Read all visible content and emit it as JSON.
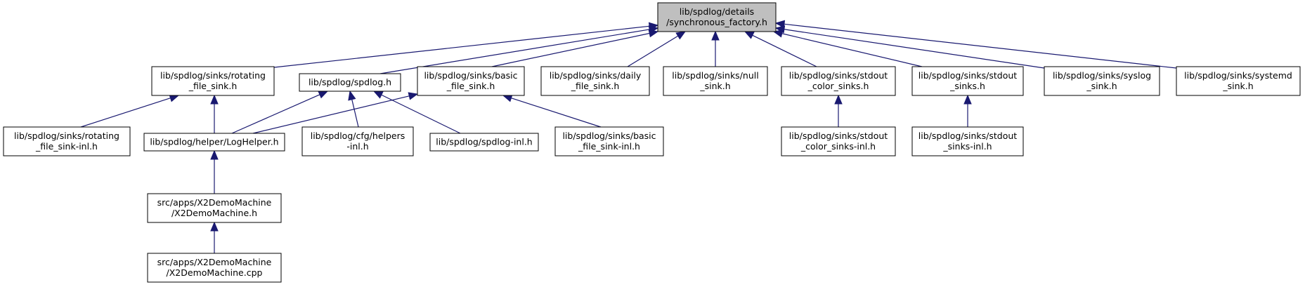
{
  "nodes": [
    {
      "id": "sync_factory",
      "lines": [
        "lib/spdlog/details",
        "/synchronous_factory.h"
      ],
      "highlight": true
    },
    {
      "id": "rotating_file_sink",
      "lines": [
        "lib/spdlog/sinks/rotating",
        "_file_sink.h"
      ]
    },
    {
      "id": "spdlog_h",
      "lines": [
        "lib/spdlog/spdlog.h"
      ]
    },
    {
      "id": "basic_file_sink",
      "lines": [
        "lib/spdlog/sinks/basic",
        "_file_sink.h"
      ]
    },
    {
      "id": "daily_file_sink",
      "lines": [
        "lib/spdlog/sinks/daily",
        "_file_sink.h"
      ]
    },
    {
      "id": "null_sink",
      "lines": [
        "lib/spdlog/sinks/null",
        "_sink.h"
      ]
    },
    {
      "id": "stdout_color_sinks",
      "lines": [
        "lib/spdlog/sinks/stdout",
        "_color_sinks.h"
      ]
    },
    {
      "id": "stdout_sinks",
      "lines": [
        "lib/spdlog/sinks/stdout",
        "_sinks.h"
      ]
    },
    {
      "id": "syslog_sink",
      "lines": [
        "lib/spdlog/sinks/syslog",
        "_sink.h"
      ]
    },
    {
      "id": "systemd_sink",
      "lines": [
        "lib/spdlog/sinks/systemd",
        "_sink.h"
      ]
    },
    {
      "id": "rotating_file_sink_inl",
      "lines": [
        "lib/spdlog/sinks/rotating",
        "_file_sink-inl.h"
      ]
    },
    {
      "id": "loghelper",
      "lines": [
        "lib/spdlog/helper/LogHelper.h"
      ]
    },
    {
      "id": "cfg_helpers_inl",
      "lines": [
        "lib/spdlog/cfg/helpers",
        "-inl.h"
      ]
    },
    {
      "id": "spdlog_inl",
      "lines": [
        "lib/spdlog/spdlog-inl.h"
      ]
    },
    {
      "id": "basic_file_sink_inl",
      "lines": [
        "lib/spdlog/sinks/basic",
        "_file_sink-inl.h"
      ]
    },
    {
      "id": "stdout_color_sinks_inl",
      "lines": [
        "lib/spdlog/sinks/stdout",
        "_color_sinks-inl.h"
      ]
    },
    {
      "id": "stdout_sinks_inl",
      "lines": [
        "lib/spdlog/sinks/stdout",
        "_sinks-inl.h"
      ]
    },
    {
      "id": "x2demo_h",
      "lines": [
        "src/apps/X2DemoMachine",
        "/X2DemoMachine.h"
      ]
    },
    {
      "id": "x2demo_cpp",
      "lines": [
        "src/apps/X2DemoMachine",
        "/X2DemoMachine.cpp"
      ]
    }
  ],
  "edges": [
    {
      "from": "rotating_file_sink",
      "to": "sync_factory"
    },
    {
      "from": "spdlog_h",
      "to": "sync_factory"
    },
    {
      "from": "basic_file_sink",
      "to": "sync_factory"
    },
    {
      "from": "daily_file_sink",
      "to": "sync_factory"
    },
    {
      "from": "null_sink",
      "to": "sync_factory"
    },
    {
      "from": "stdout_color_sinks",
      "to": "sync_factory"
    },
    {
      "from": "stdout_sinks",
      "to": "sync_factory"
    },
    {
      "from": "syslog_sink",
      "to": "sync_factory"
    },
    {
      "from": "systemd_sink",
      "to": "sync_factory"
    },
    {
      "from": "rotating_file_sink_inl",
      "to": "rotating_file_sink"
    },
    {
      "from": "loghelper",
      "to": "rotating_file_sink"
    },
    {
      "from": "loghelper",
      "to": "spdlog_h"
    },
    {
      "from": "cfg_helpers_inl",
      "to": "spdlog_h"
    },
    {
      "from": "spdlog_inl",
      "to": "spdlog_h"
    },
    {
      "from": "loghelper",
      "to": "basic_file_sink"
    },
    {
      "from": "basic_file_sink_inl",
      "to": "basic_file_sink"
    },
    {
      "from": "stdout_color_sinks_inl",
      "to": "stdout_color_sinks"
    },
    {
      "from": "stdout_sinks_inl",
      "to": "stdout_sinks"
    },
    {
      "from": "x2demo_h",
      "to": "loghelper"
    },
    {
      "from": "x2demo_cpp",
      "to": "x2demo_h"
    }
  ]
}
